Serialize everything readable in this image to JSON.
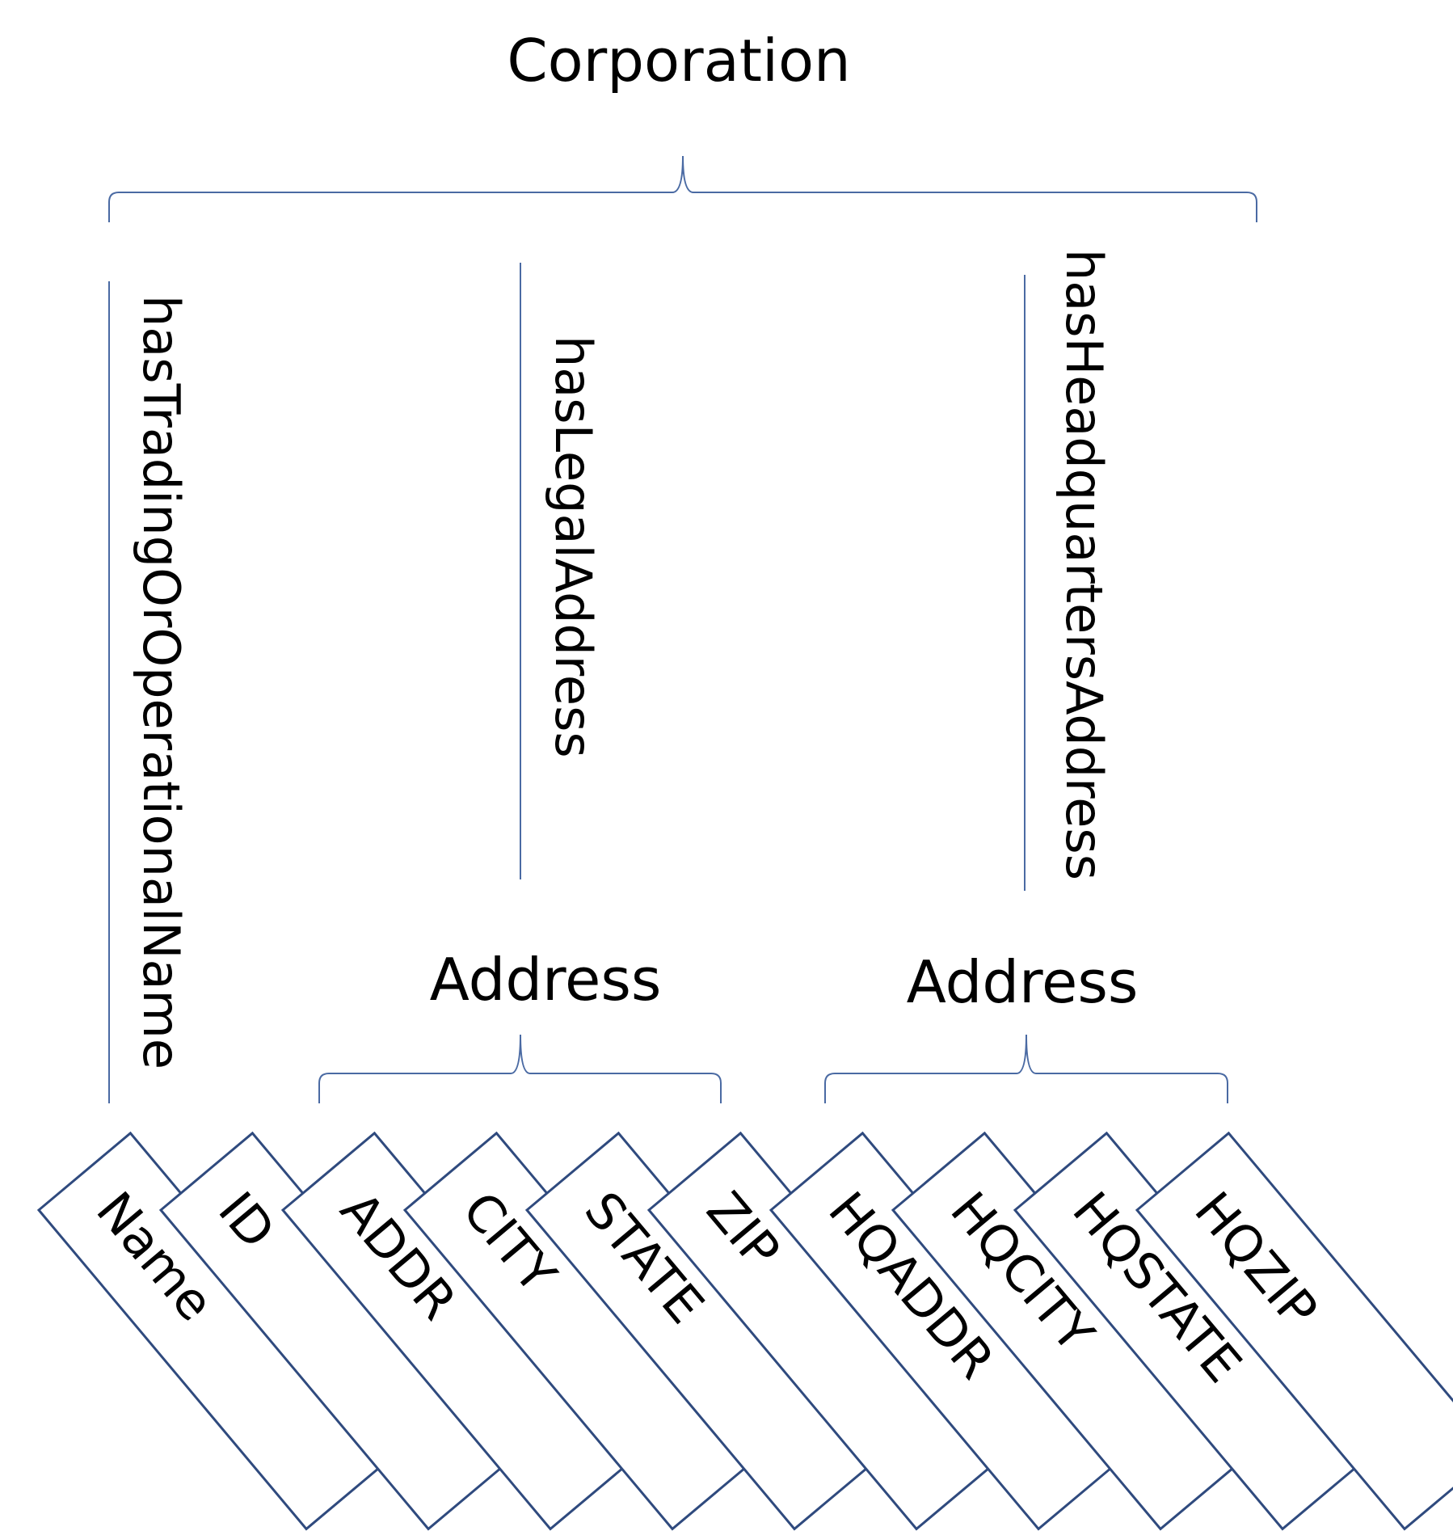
{
  "diagram": {
    "root": "Corporation",
    "properties": {
      "trading_name": "hasTradingOrOperationalName",
      "legal_address": "hasLegalAddress",
      "hq_address": "hasHeadquartersAddress"
    },
    "address_nodes": {
      "legal": "Address",
      "hq": "Address"
    },
    "columns": [
      "Name",
      "ID",
      "ADDR",
      "CITY",
      "STATE",
      "ZIP",
      "HQADDR",
      "HQCITY",
      "HQSTATE",
      "HQZIP"
    ]
  },
  "colors": {
    "line": "#4a6aa3",
    "box_stroke": "#2f4a7e",
    "text": "#000000"
  }
}
